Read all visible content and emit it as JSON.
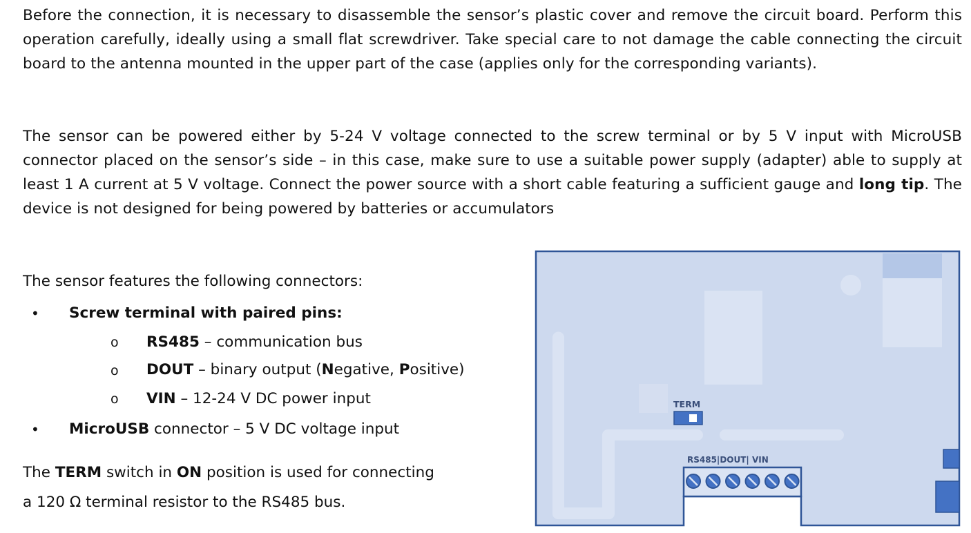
{
  "para1": "Before the connection, it is necessary to disassemble the sensor’s plastic cover and remove the circuit board. Perform this operation carefully, ideally using a small flat screwdriver. Take special care to not damage the cable connecting the circuit board to the antenna mounted in the upper part of the case (applies only for the corresponding variants).",
  "para2": {
    "a": " The sensor can be powered either by 5-24 V voltage connected to the screw terminal or by 5 V input with MicroUSB connector placed on the sensor’s side – in this case, make sure to use a suitable power supply (adapter) able to supply at least 1 A current at 5 V voltage. Connect the power source with a short cable featuring a sufficient gauge and ",
    "bold": "long tip",
    "b": ". The device is not designed for being powered by batteries or accumulators"
  },
  "connectors_intro": "The sensor features the following connectors:",
  "list": {
    "screw_terminal": "Screw terminal with paired pins:",
    "rs485_name": "RS485",
    "rs485_desc": " – communication bus",
    "dout_name": "DOUT",
    "dout_desc1": " – binary output (",
    "dout_n": "N",
    "dout_neg": "egative, ",
    "dout_p": "P",
    "dout_pos": "ositive)",
    "vin_name": "VIN",
    "vin_desc": " – 12-24 V DC power input",
    "usb_name": "MicroUSB",
    "usb_desc": " connector – 5 V DC voltage input",
    "sub_bullet": "o",
    "bullet": "•"
  },
  "term": {
    "l1a": "The ",
    "l1b": "TERM",
    "l1c": " switch in ",
    "l1d": "ON",
    "l1e": " position is used for connecting",
    "l2": "a 120 Ω terminal resistor to the RS485 bus."
  },
  "diagram": {
    "term_label": "TERM",
    "terminal_label": "RS485|DOUT|  VIN",
    "colors": {
      "board": "#cdd9ee",
      "outline": "#2f5597",
      "accent": "#4472c4",
      "light": "#dae3f3"
    }
  }
}
